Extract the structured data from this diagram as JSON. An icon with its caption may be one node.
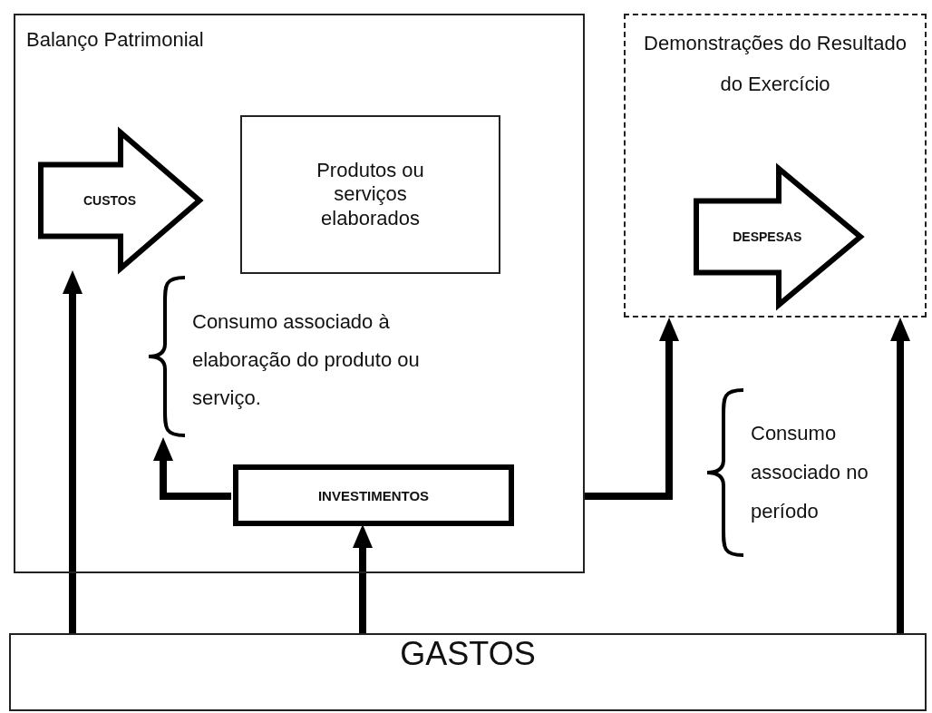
{
  "diagram": {
    "nodes": [
      {
        "text": [
          "Balanço Patrimonial"
        ]
      },
      {
        "text": [
          "CUSTOS"
        ],
        "in": 0
      },
      {
        "text": [
          "Produtos ou serviços elaborados"
        ],
        "in": 0
      },
      {
        "text": [
          "Consumo associado à elaboração do produto ou serviço."
        ],
        "in": 0
      },
      {
        "text": [
          "INVESTIMENTOS"
        ],
        "in": 0
      },
      {
        "text": [
          "Demonstrações do Resultado do Exercício"
        ]
      },
      {
        "text": [
          "DESPESAS"
        ],
        "in": 5
      },
      {
        "text": [
          "GASTOS"
        ]
      }
    ],
    "edges": [
      {
        "from": 7,
        "to": 1,
        "arrow": "to"
      },
      {
        "from": 7,
        "to": 4,
        "arrow": "to"
      },
      {
        "from": 4,
        "to": 3,
        "arrow": "to"
      },
      {
        "from": 0,
        "to": 5,
        "arrow": "to"
      },
      {
        "from": 7,
        "to": 5,
        "arrow": "to"
      }
    ],
    "labels": [
      "Consumo associado no período"
    ]
  }
}
